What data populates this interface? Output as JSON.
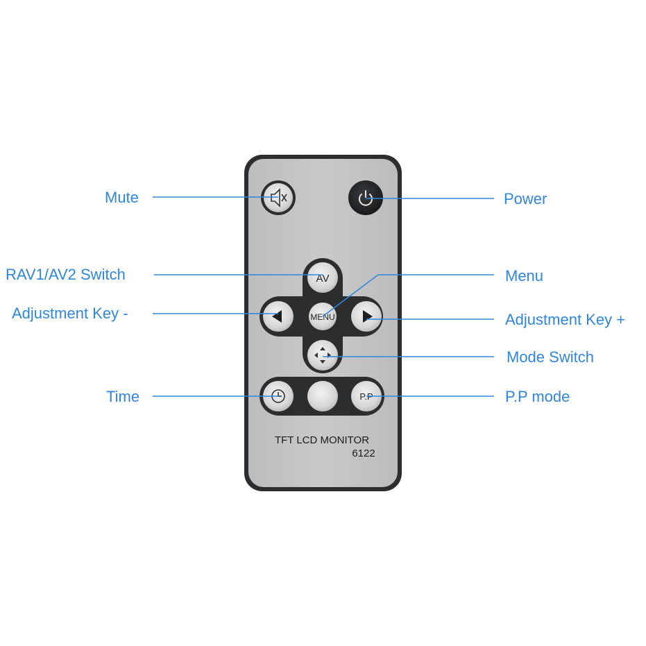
{
  "remote": {
    "model_line1": "TFT LCD MONITOR",
    "model_line2": "6122",
    "buttons": {
      "av": "AV",
      "menu": "MENU",
      "pp": "P.P"
    }
  },
  "callouts": {
    "mute": "Mute",
    "power": "Power",
    "rav_switch": "RAV1/AV2 Switch",
    "menu": "Menu",
    "adjust_minus": "Adjustment Key -",
    "adjust_plus": "Adjustment Key +",
    "mode_switch": "Mode Switch",
    "time": "Time",
    "pp_mode": "P.P mode"
  },
  "colors": {
    "label": "#2e86de",
    "remote_body": "#c3c3c3",
    "remote_frame": "#2b2d2f",
    "button_face": "#d9d9d9",
    "power_button": "#1f2224"
  },
  "icons": [
    "mute-icon",
    "power-icon",
    "left-arrow-icon",
    "right-arrow-icon",
    "direction-arrows-icon",
    "clock-icon"
  ]
}
